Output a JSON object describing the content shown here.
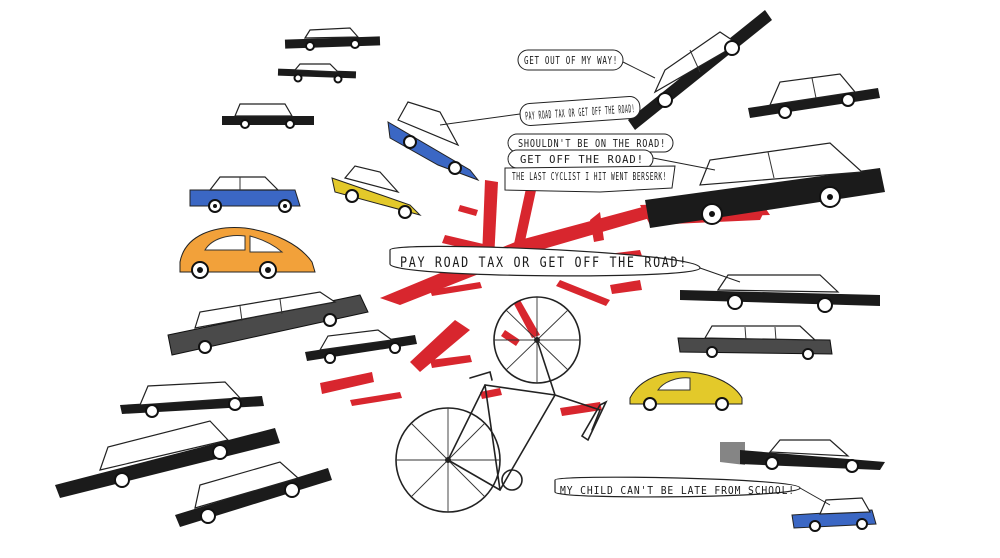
{
  "speech": {
    "get_out_of_my_way": "GET OUT OF MY WAY!",
    "pay_road_tax_small": "PAY ROAD TAX OR GET OFF THE ROAD!",
    "shouldnt_be_on_road": "SHOULDN'T BE ON THE ROAD!",
    "get_off_the_road": "GET OFF THE ROAD!",
    "last_cyclist": "THE LAST CYCLIST I HIT WENT BERSERK!",
    "pay_road_tax_big": "PAY ROAD TAX OR GET OFF THE ROAD!",
    "my_child_late": "MY CHILD CAN'T BE LATE FROM SCHOOL!"
  },
  "colors": {
    "blood": "#d8262e",
    "blue_car": "#3b67c4",
    "yellow_car": "#e3c92a",
    "orange_car": "#f2a13a",
    "dark_car": "#1b1b1b",
    "grey_car": "#4a4a4a"
  }
}
